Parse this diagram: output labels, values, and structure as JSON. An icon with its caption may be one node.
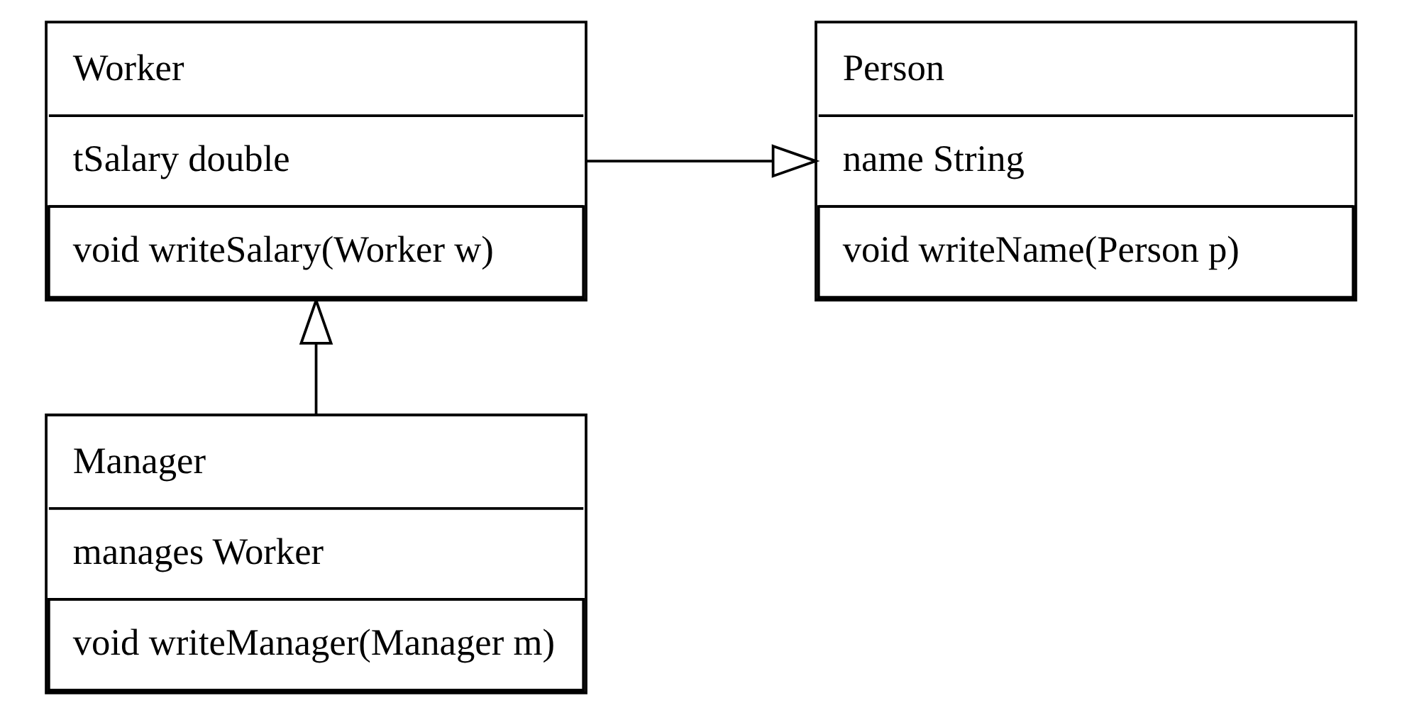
{
  "diagram": {
    "nodes": [
      {
        "text": [
          "Person",
          "name String",
          "void writeName(Person p)"
        ]
      },
      {
        "text": [
          "Worker",
          "tSalary double",
          "void writeSalary(Worker w)"
        ]
      },
      {
        "text": [
          "Manager",
          "manages Worker",
          "void writeManager(Manager m)"
        ]
      }
    ],
    "edges": [
      {
        "from": 1,
        "to": 0,
        "arrow": "to"
      },
      {
        "from": 2,
        "to": 1,
        "arrow": "to"
      }
    ]
  }
}
